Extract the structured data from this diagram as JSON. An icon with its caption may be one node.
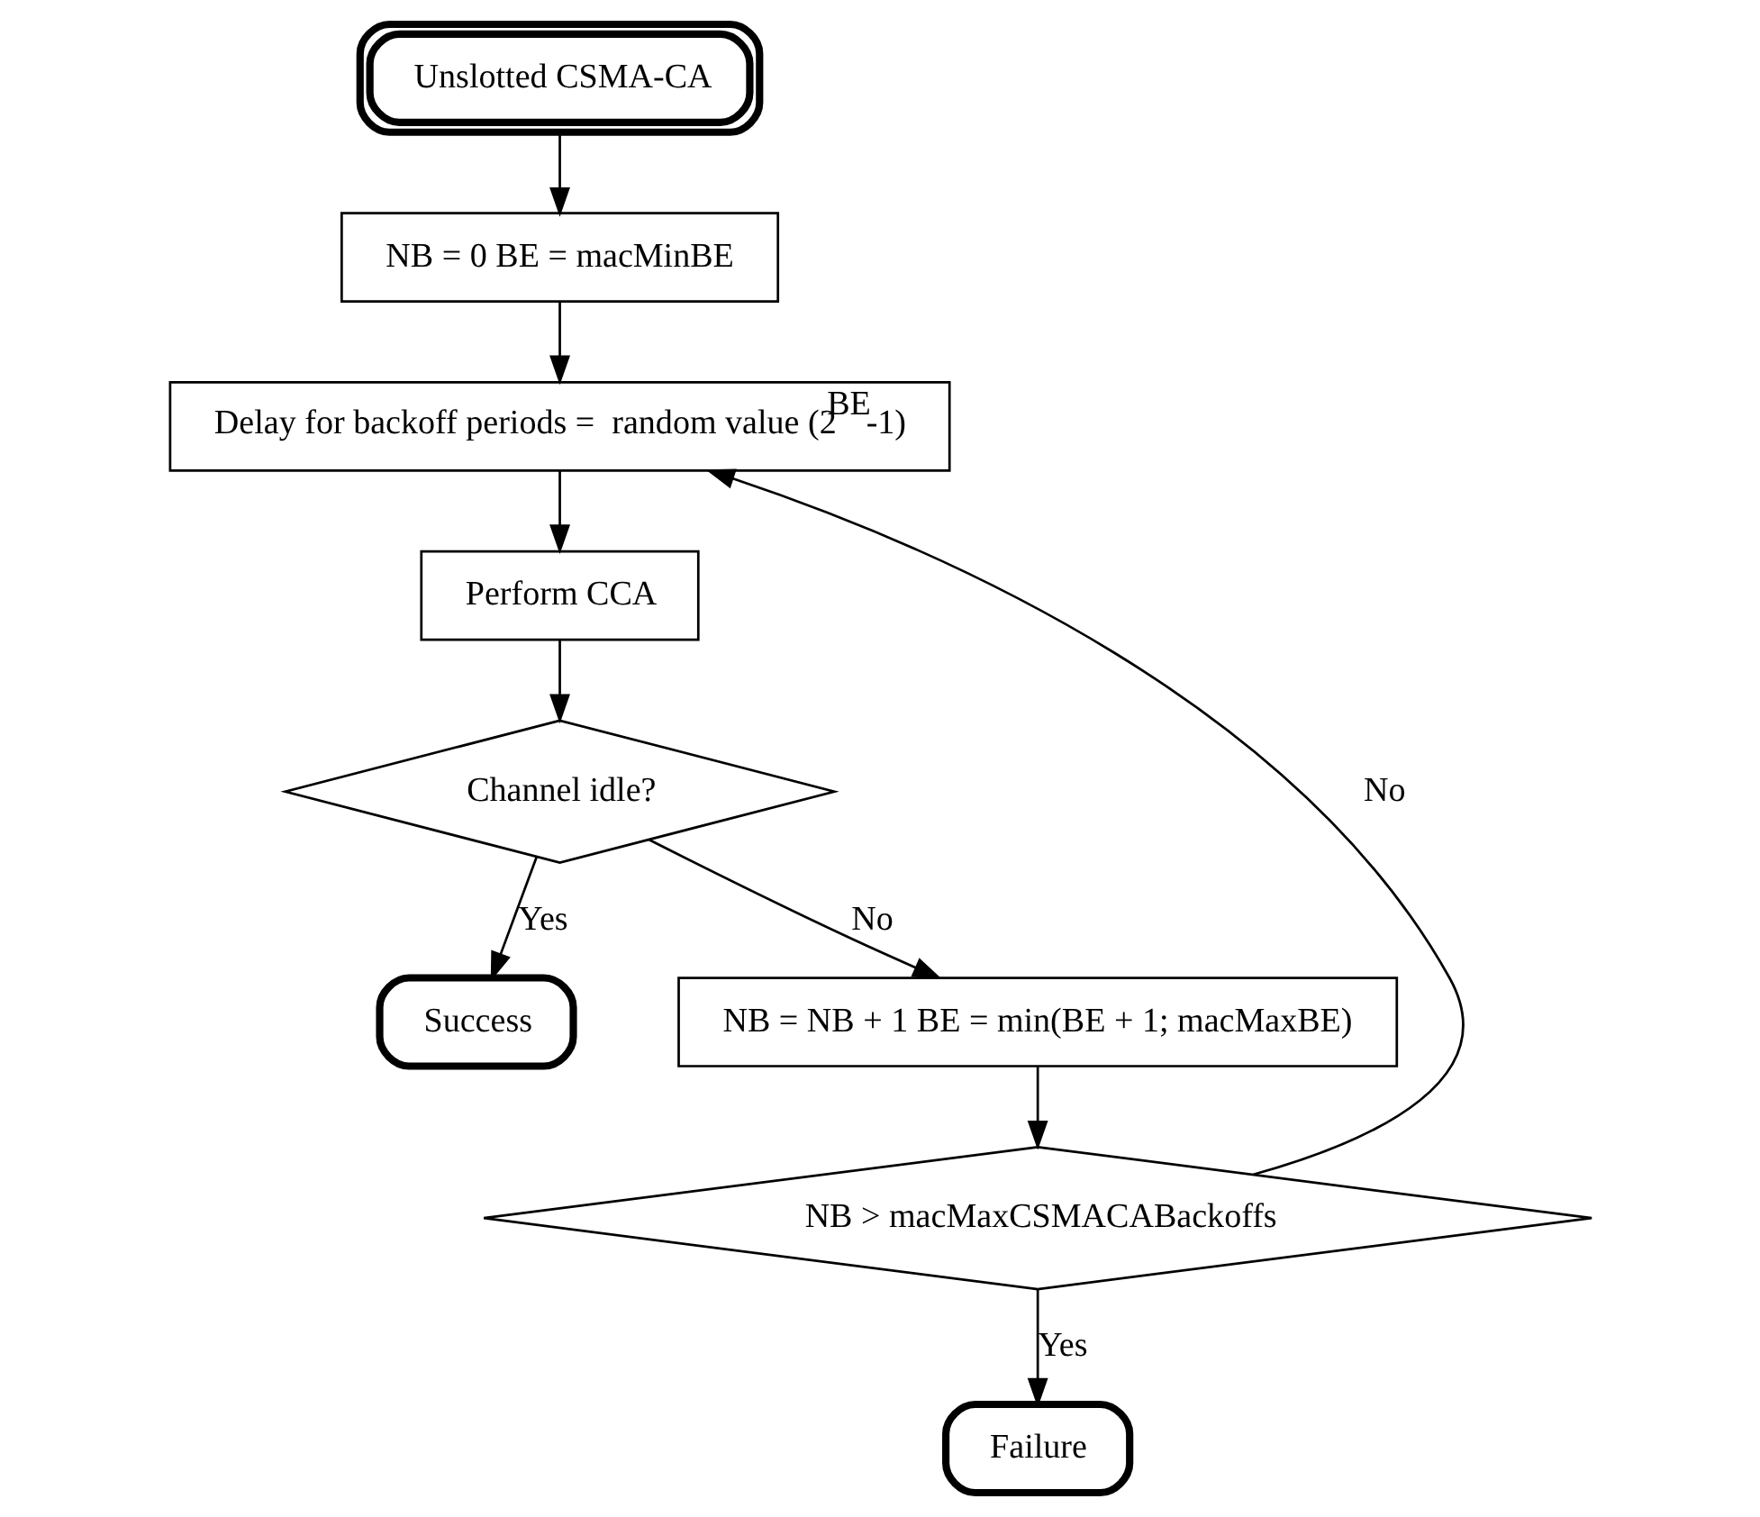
{
  "diagram": {
    "nodes": [
      {
        "text": [
          "Unslotted CSMA-CA"
        ]
      },
      {
        "text": [
          "NB = 0 BE = macMinBE"
        ]
      },
      {
        "text": [
          "Delay for backoff periods =  random value (2$^{BE}$-1)"
        ]
      },
      {
        "text": [
          "Perform CCA"
        ]
      },
      {
        "text": [
          "Channel idle?"
        ]
      },
      {
        "text": [
          "Success"
        ]
      },
      {
        "text": [
          "NB = NB + 1 BE = min(BE + 1; macMaxBE)"
        ]
      },
      {
        "text": [
          "NB > macMaxCSMACABackoffs"
        ]
      },
      {
        "text": [
          "Failure"
        ]
      }
    ],
    "edges": [
      {
        "from": 0,
        "to": 1,
        "arrow": "to"
      },
      {
        "from": 1,
        "to": 2,
        "arrow": "to"
      },
      {
        "from": 2,
        "to": 3,
        "arrow": "to"
      },
      {
        "from": 3,
        "to": 4,
        "arrow": "to"
      },
      {
        "from": 4,
        "to": 5,
        "arrow": "to",
        "label": "Yes"
      },
      {
        "from": 4,
        "to": 6,
        "arrow": "to",
        "label": "No"
      },
      {
        "from": 6,
        "to": 7,
        "arrow": "to"
      },
      {
        "from": 7,
        "to": 2,
        "arrow": "to",
        "label": "No"
      },
      {
        "from": 7,
        "to": 8,
        "arrow": "to",
        "label": "Yes"
      }
    ]
  }
}
